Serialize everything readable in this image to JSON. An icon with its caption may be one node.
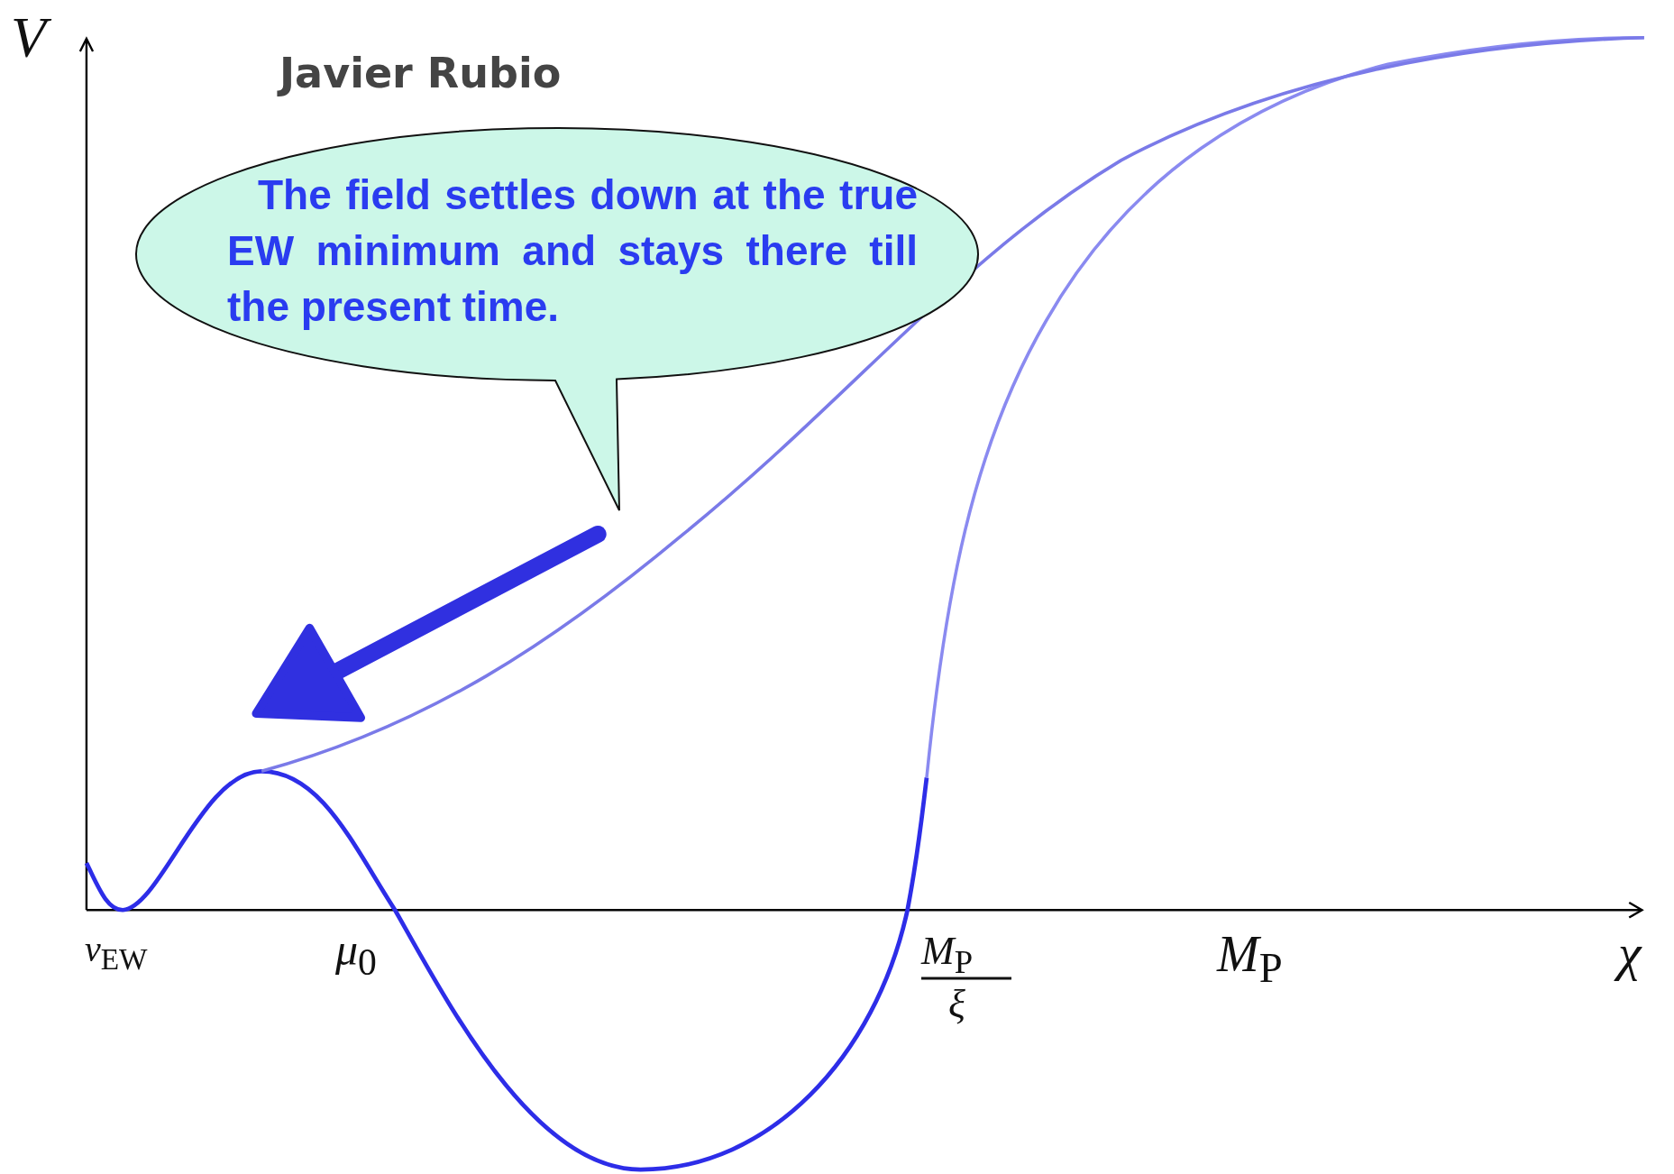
{
  "diagram": {
    "nodes": [
      {
        "text": [
          "The field settles down at the true EW minimum and stays there till the present time."
        ]
      }
    ],
    "edges": [],
    "labels": [
      "*V*",
      "Javier Rubio",
      "*v*$_{EW}$",
      "*μ*$_{0}$",
      "*M*$_{P}$",
      "*ξ*",
      "*M*$_{P}$",
      "*χ*"
    ]
  }
}
